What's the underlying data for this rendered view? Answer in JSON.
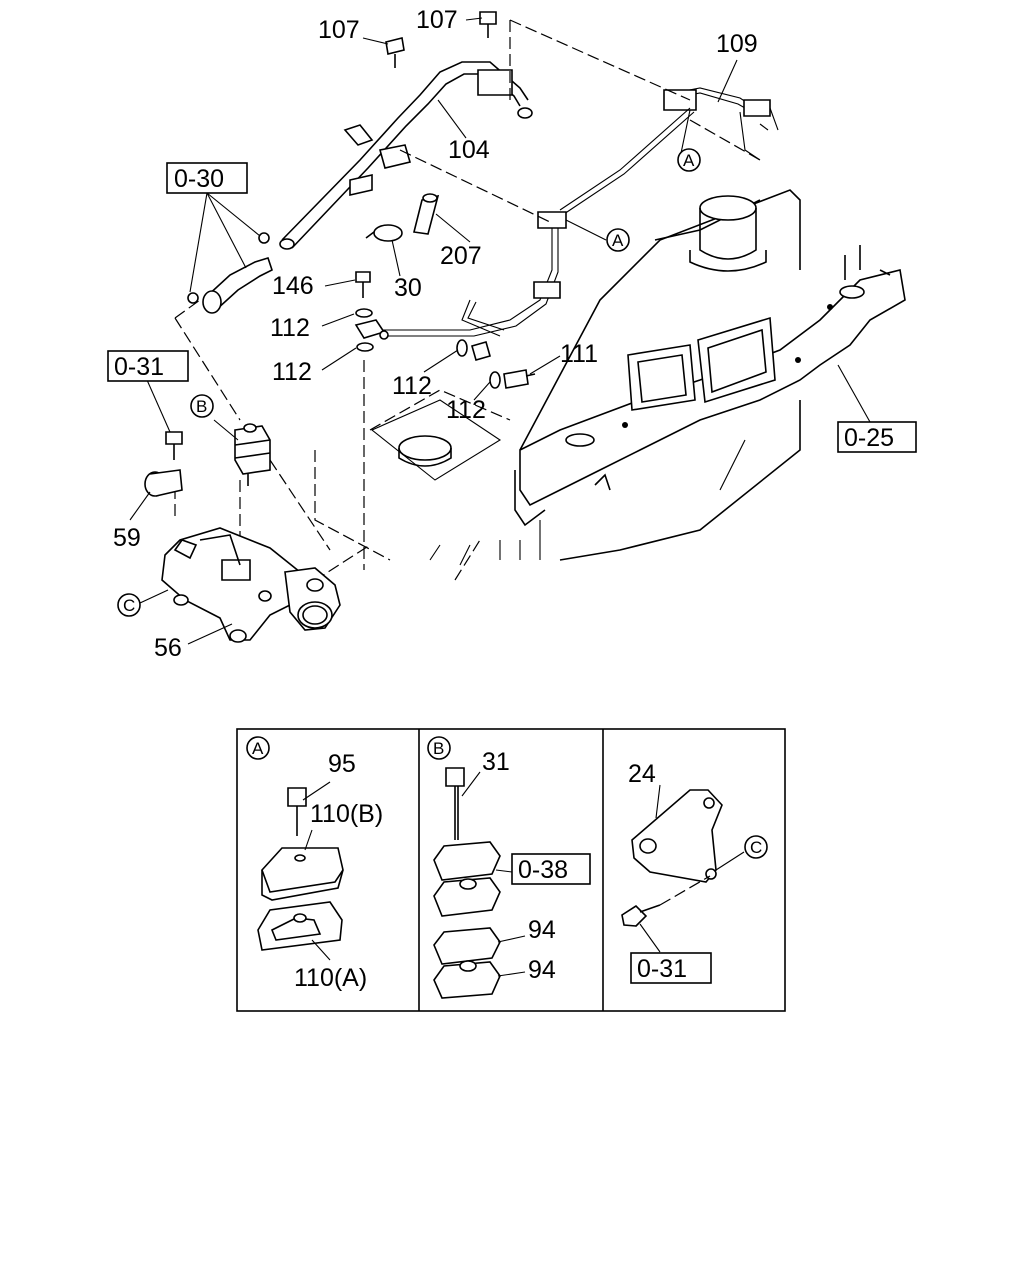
{
  "callouts": {
    "c107a": "107",
    "c107b": "107",
    "c109": "109",
    "c104": "104",
    "c207": "207",
    "c30": "30",
    "c146": "146",
    "c112a": "112",
    "c112b": "112",
    "c112c": "112",
    "c112d": "112",
    "c111": "111",
    "c59": "59",
    "c56": "56"
  },
  "refs": {
    "r030": "0-30",
    "r031": "0-31",
    "r025": "0-25",
    "r038": "0-38",
    "r031b": "0-31"
  },
  "markers": {
    "A": "A",
    "B": "B",
    "C": "C"
  },
  "details": {
    "a": {
      "c95": "95",
      "c110b": "110(B)",
      "c110a": "110(A)"
    },
    "b": {
      "c31": "31",
      "c94a": "94",
      "c94b": "94"
    },
    "c": {
      "c24": "24"
    }
  }
}
